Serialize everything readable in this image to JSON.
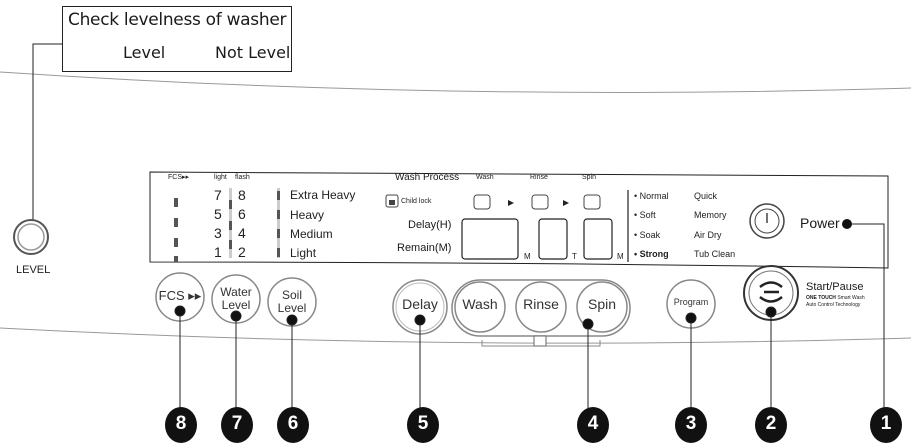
{
  "callout": {
    "title": "Check levelness of washer",
    "level_label": "Level",
    "not_level_label": "Not Level"
  },
  "level_knob_label": "LEVEL",
  "display": {
    "fcs_header": "FCS▸▸",
    "light_header": "light",
    "flash_header": "flash",
    "wash_process_header": "Wash Process",
    "wash_header": "Wash",
    "rinse_header": "Rinse",
    "spin_header": "Spin",
    "light_numbers": [
      "7",
      "5",
      "3",
      "1"
    ],
    "flash_numbers": [
      "8",
      "6",
      "4",
      "2"
    ],
    "soil_levels": [
      "Extra Heavy",
      "Heavy",
      "Medium",
      "Light"
    ],
    "child_lock": "Child lock",
    "delay_label": "Delay(H)",
    "remain_label": "Remain(M)",
    "unit_m1": "M",
    "unit_t": "T",
    "unit_m2": "M",
    "programs_left": [
      "Normal",
      "Soft",
      "Soak",
      "Strong"
    ],
    "programs_right": [
      "Quick",
      "Memory",
      "Air Dry",
      "Tub Clean"
    ],
    "power_label": "Power"
  },
  "buttons": {
    "fcs": "FCS ▸▸",
    "water_level_1": "Water",
    "water_level_2": "Level",
    "soil_level_1": "Soil",
    "soil_level_2": "Level",
    "delay": "Delay",
    "wash": "Wash",
    "rinse": "Rinse",
    "spin": "Spin",
    "program": "Program",
    "start_pause": "Start/Pause",
    "one_touch": "ONE TOUCH",
    "smart_wash": "Smart Wash",
    "auto_control": "Auto Control Technology"
  },
  "callout_numbers": [
    "8",
    "7",
    "6",
    "5",
    "4",
    "3",
    "2",
    "1"
  ]
}
